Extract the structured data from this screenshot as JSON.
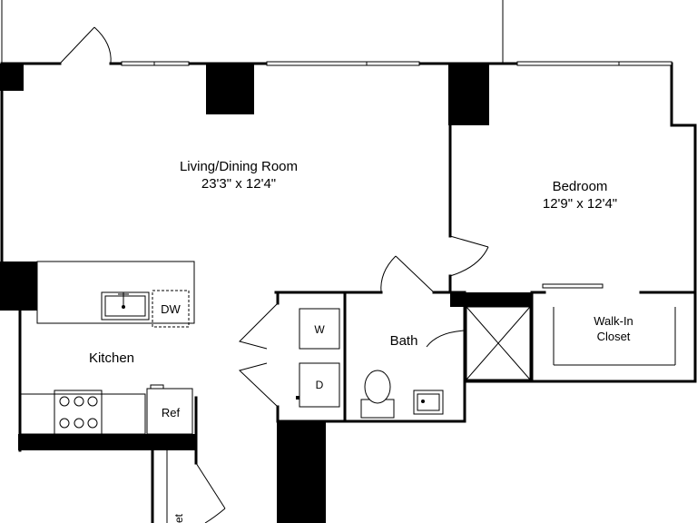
{
  "rooms": {
    "living": {
      "name": "Living/Dining Room",
      "dims": "23'3\" x 12'4\""
    },
    "bedroom": {
      "name": "Bedroom",
      "dims": "12'9\" x 12'4\""
    },
    "kitchen": {
      "name": "Kitchen"
    },
    "bath": {
      "name": "Bath"
    },
    "walkin": {
      "line1": "Walk-In",
      "line2": "Closet"
    },
    "closet": {
      "name": "Closet"
    }
  },
  "appliances": {
    "dishwasher": "DW",
    "refrigerator": "Ref",
    "washer": "W",
    "dryer": "D"
  }
}
